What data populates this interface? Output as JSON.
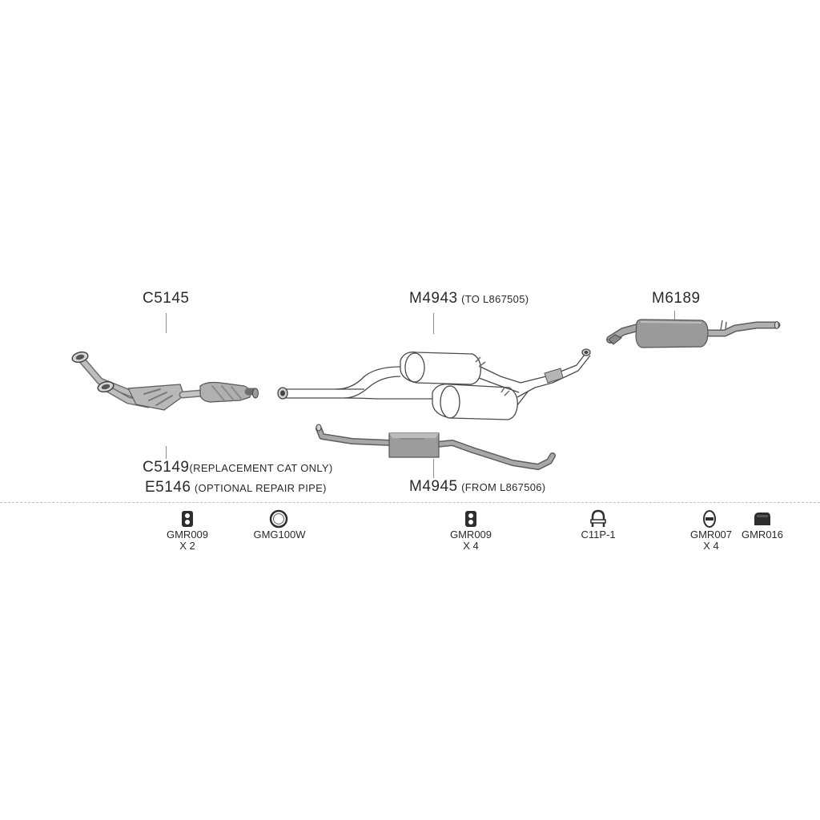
{
  "parts": {
    "c5145": {
      "code": "C5145"
    },
    "m4943": {
      "code": "M4943",
      "note": "(TO L867505)"
    },
    "m6189": {
      "code": "M6189"
    },
    "c5149": {
      "code": "C5149",
      "note": "(REPLACEMENT CAT ONLY)"
    },
    "e5146": {
      "code": "E5146",
      "note": "(OPTIONAL REPAIR PIPE)"
    },
    "m4945": {
      "code": "M4945",
      "note": "(FROM L867506)"
    }
  },
  "fittings": [
    {
      "code": "GMR009",
      "qty": "X 2",
      "icon": "rubber-hanger-icon"
    },
    {
      "code": "GMG100W",
      "qty": "",
      "icon": "gasket-ring-icon"
    },
    {
      "code": "GMR009",
      "qty": "X 4",
      "icon": "rubber-hanger-icon"
    },
    {
      "code": "C11P-1",
      "qty": "",
      "icon": "u-clamp-icon"
    },
    {
      "code": "GMR007",
      "qty": "X 4",
      "icon": "rubber-ring-hanger-icon"
    },
    {
      "code": "GMR016",
      "qty": "",
      "icon": "rubber-mount-icon"
    }
  ],
  "colors": {
    "pipe": "#a3a3a3",
    "pipe_dark": "#6e6e6e",
    "outline": "#555555",
    "label": "#2a2a2a"
  }
}
